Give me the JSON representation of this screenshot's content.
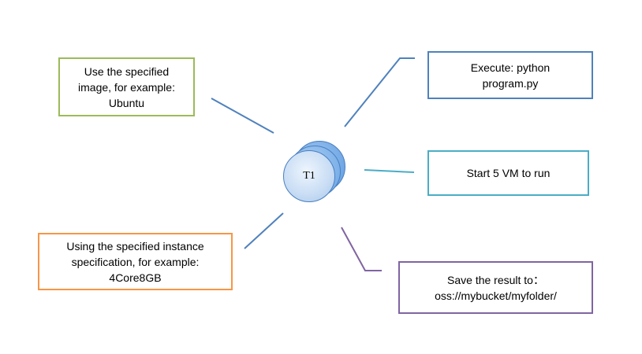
{
  "central_node": {
    "label": "T1"
  },
  "boxes": {
    "image": {
      "lines": [
        "Use the specified",
        "image, for example:",
        "Ubuntu"
      ],
      "border_color": "#9bbb59"
    },
    "instance": {
      "lines": [
        "Using the specified instance",
        "specification, for example:",
        "4Core8GB"
      ],
      "border_color": "#f79646"
    },
    "execute": {
      "lines": [
        "Execute: python",
        "program.py"
      ],
      "border_color": "#4f81bd"
    },
    "vm": {
      "lines": [
        "Start 5 VM to run"
      ],
      "border_color": "#4bacc6"
    },
    "save": {
      "lines": [
        "Save the result to：",
        "oss://mybucket/myfolder/"
      ],
      "border_color": "#8064a2"
    }
  },
  "colors": {
    "connector_blue": "#4f81bd",
    "connector_teal": "#4bacc6",
    "connector_purple": "#8064a2",
    "node_fill": "#c7dcf4",
    "node_shadow": "#5b9ae0"
  }
}
